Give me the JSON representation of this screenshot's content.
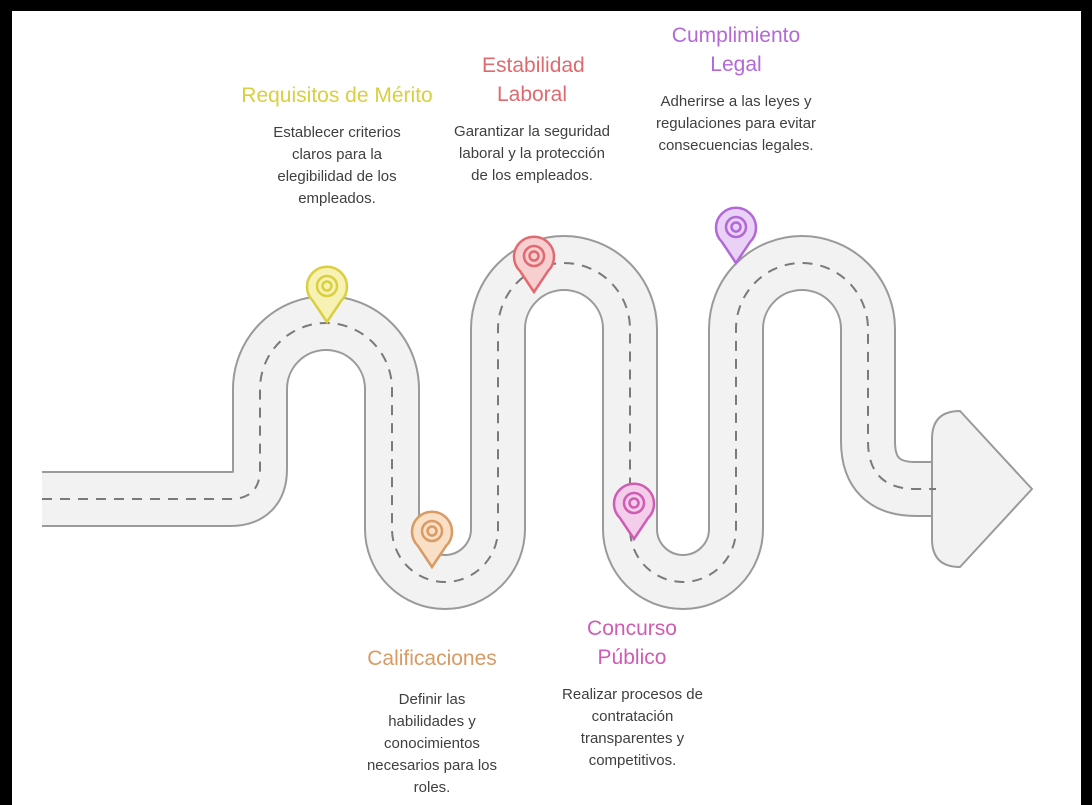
{
  "steps": [
    {
      "title": "Requisitos de Mérito",
      "description": "Establecer criterios claros para la elegibilidad de los empleados.",
      "color": "#d9cf3f",
      "pin_fill": "#f7f2b4"
    },
    {
      "title": "Calificaciones",
      "description": "Definir las habilidades y conocimientos necesarios para los roles.",
      "color": "#d99a63",
      "pin_fill": "#f8dfc6"
    },
    {
      "title": "Estabilidad Laboral",
      "description": "Garantizar la seguridad laboral y la protección de los empleados.",
      "color": "#e06a6f",
      "pin_fill": "#f7cfd0"
    },
    {
      "title": "Concurso Público",
      "description": "Realizar procesos de contratación transparentes y competitivos.",
      "color": "#cf5cb4",
      "pin_fill": "#f4cdea"
    },
    {
      "title": "Cumplimiento Legal",
      "description": "Adherirse a las leyes y regulaciones para evitar consecuencias legales.",
      "color": "#b368d8",
      "pin_fill": "#e9d2f6"
    }
  ],
  "road": {
    "fill": "#f2f2f2",
    "edge": "#9a9a9a",
    "dash": "#7a7a7a"
  }
}
